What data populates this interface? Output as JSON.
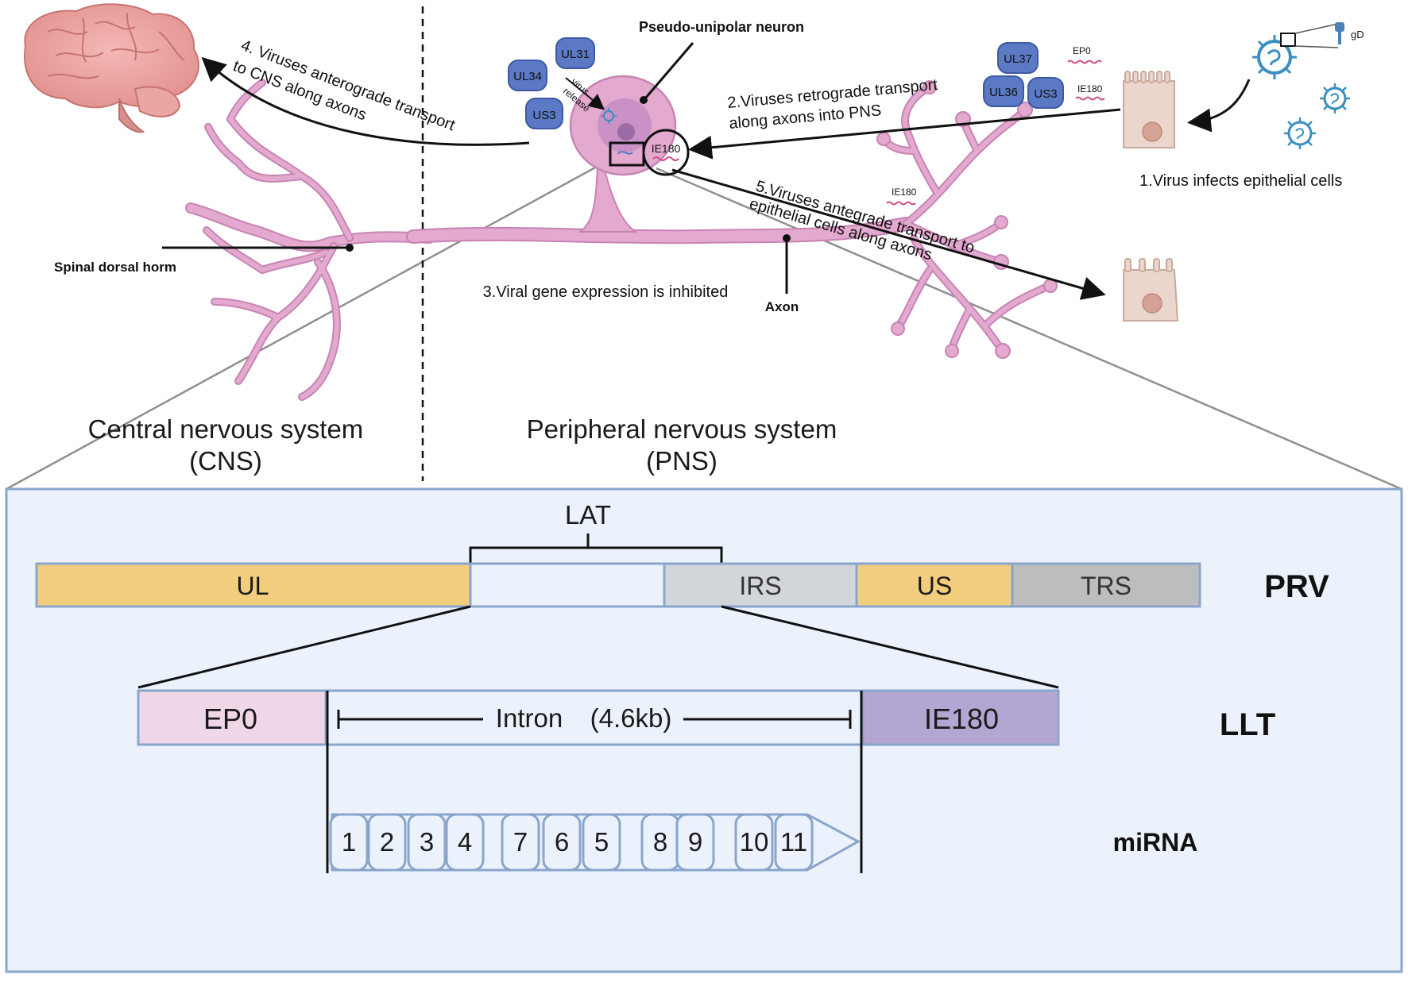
{
  "colors": {
    "neuron": "#e3a9cf",
    "neuron_stroke": "#c784b3",
    "protein": "#5b79c4",
    "panel_bg": "#ecf2fb",
    "panel_border": "#8aa5cc",
    "ul_us": "#f1cd7d",
    "irs": "#d2d5d9",
    "trs": "#bdbdbd",
    "ep0": "#f0d7e8",
    "ie180": "#b3a6d3",
    "cell": "#ead6cc",
    "virus": "#3a8fc0"
  },
  "top": {
    "neuron_label": "Pseudo-unipolar neuron",
    "spinal_label": "Spinal dorsal horm",
    "axon_label": "Axon",
    "cns_label_1": "Central nervous system",
    "cns_label_2": "(CNS)",
    "pns_label_1": "Peripheral nervous system",
    "pns_label_2": "(PNS)",
    "step1": "1.Virus infects epithelial cells",
    "step2_1": "2.Viruses retrograde transport",
    "step2_2": "along axons into PNS",
    "step3": "3.Viral gene expression is inhibited",
    "step4_1": "4. Viruses anterograde transport",
    "step4_2": "to CNS along axons",
    "step5_1": "5.Viruses antegrade transport to",
    "step5_2": "epithelial cells along axons",
    "virus_release": [
      "virus",
      "release"
    ],
    "proteins_left": [
      "UL34",
      "UL31",
      "US3"
    ],
    "proteins_right": [
      "UL37",
      "UL36",
      "US3"
    ],
    "transcripts": [
      "EP0",
      "IE180",
      "IE180"
    ],
    "soma_tag": "IE180",
    "gd_label": "gD"
  },
  "panel": {
    "lat_label": "LAT",
    "genome": [
      "UL",
      "IRS",
      "US",
      "TRS"
    ],
    "prv_label": "PRV",
    "llt_label": "LLT",
    "mirna_label": "miRNA",
    "ep0": "EP0",
    "intron": "Intron",
    "intron_size": "(4.6kb)",
    "ie180": "IE180",
    "mirnas": [
      "1",
      "2",
      "3",
      "4",
      "7",
      "6",
      "5",
      "8",
      "9",
      "10",
      "11"
    ]
  }
}
